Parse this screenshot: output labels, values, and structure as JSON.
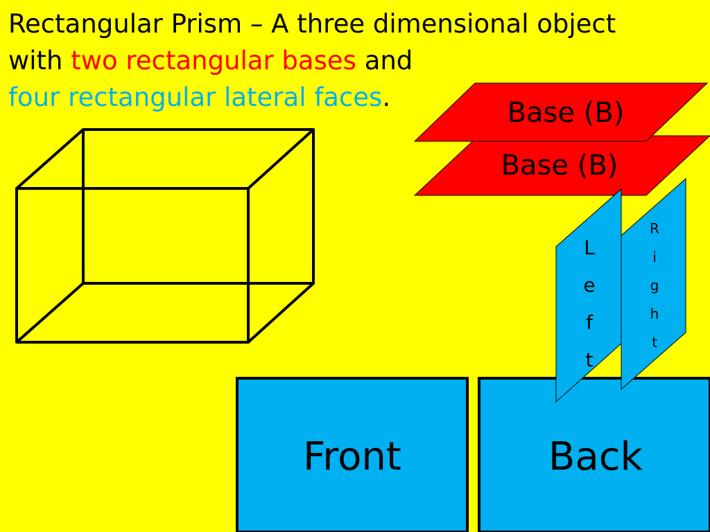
{
  "slide": {
    "title_lead": "Rectangular Prism – A three dimensional object",
    "with_text": "with",
    "bases_phrase": "two rectangular bases",
    "and_text": "and",
    "lateral_phrase": "four rectangular lateral faces",
    "period": "."
  },
  "faces": {
    "base_top": "Base (B)",
    "base_bottom": "Base (B)",
    "left": [
      "L",
      "e",
      "f",
      "t"
    ],
    "right": [
      "R",
      "i",
      "g",
      "h",
      "t"
    ],
    "front": "Front",
    "back": "Back"
  },
  "colors": {
    "background": "#ffff00",
    "base_fill": "#ff0000",
    "lateral_fill": "#00b0f0",
    "emphasis_red": "#ff0000",
    "emphasis_blue": "#00b0f0"
  }
}
